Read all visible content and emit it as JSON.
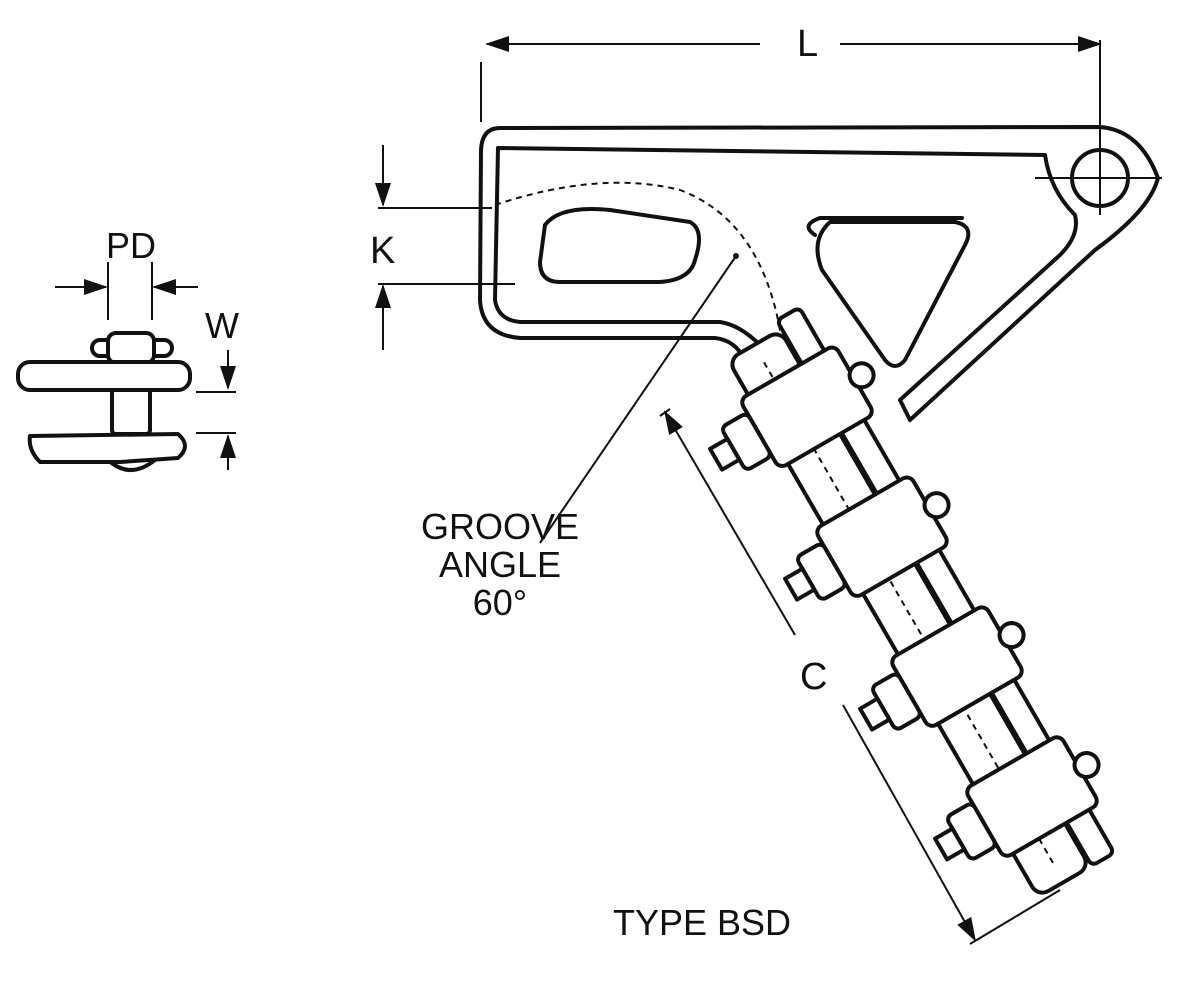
{
  "title": "TYPE BSD",
  "dimensions": {
    "length": "L",
    "height": "K",
    "pin_diameter": "PD",
    "width": "W",
    "clamp_length": "C"
  },
  "annotation": {
    "line1": "GROOVE",
    "line2": "ANGLE",
    "line3": "60°"
  }
}
